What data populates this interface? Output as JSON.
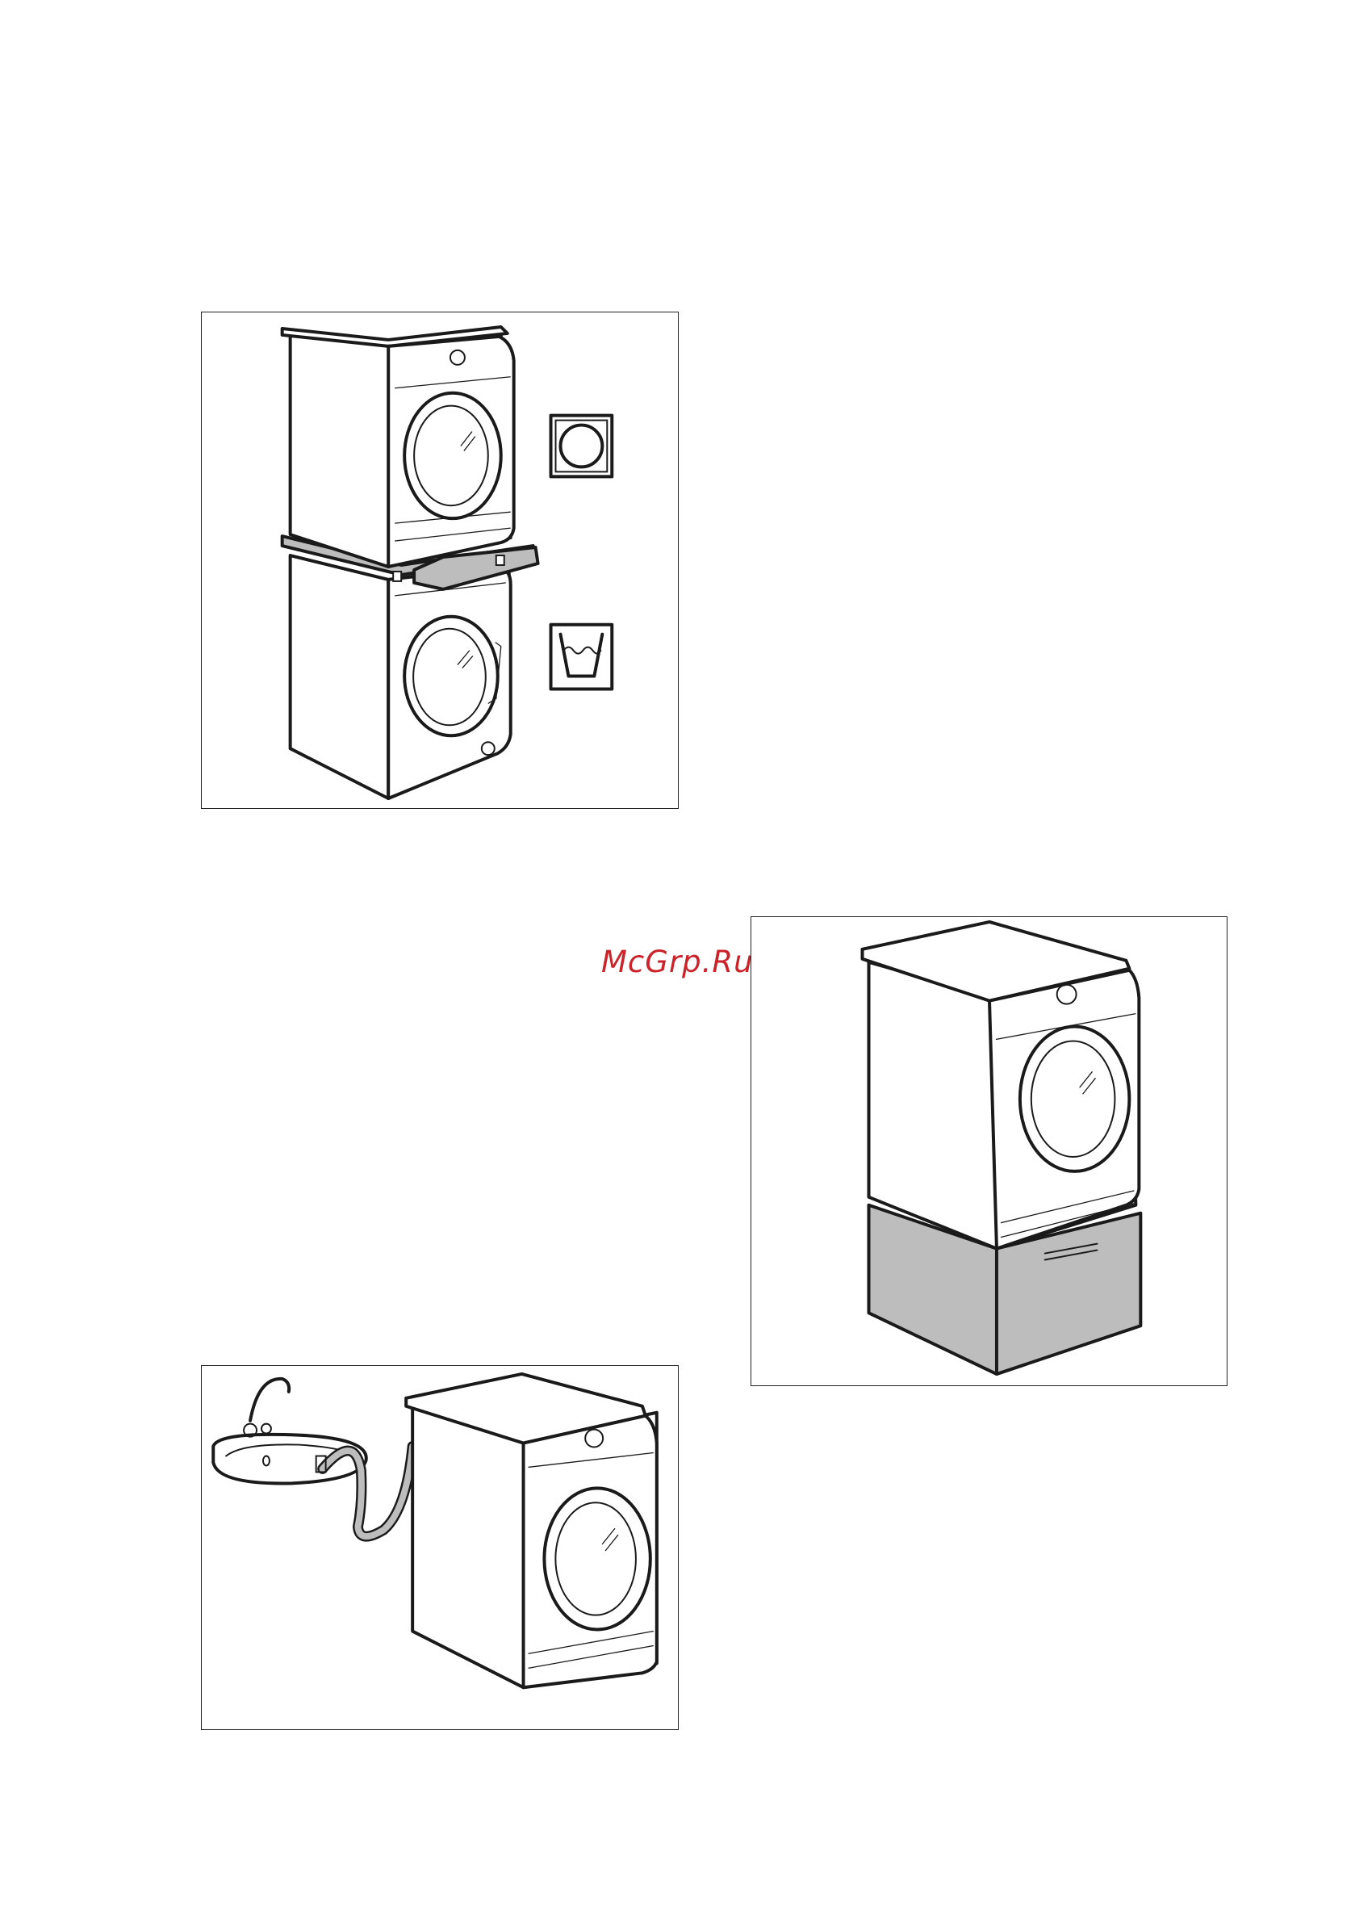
{
  "watermark": {
    "text": "McGrp.Ru",
    "color": "#cc2229"
  },
  "figures": [
    {
      "id": "stack",
      "icons": [
        "tumble-dryer-care-symbol",
        "washing-care-symbol"
      ]
    },
    {
      "id": "pedestal"
    },
    {
      "id": "drain"
    }
  ],
  "colors": {
    "line": "#1a1a1a",
    "accessory_fill": "#bdbdbd",
    "background": "#ffffff"
  }
}
